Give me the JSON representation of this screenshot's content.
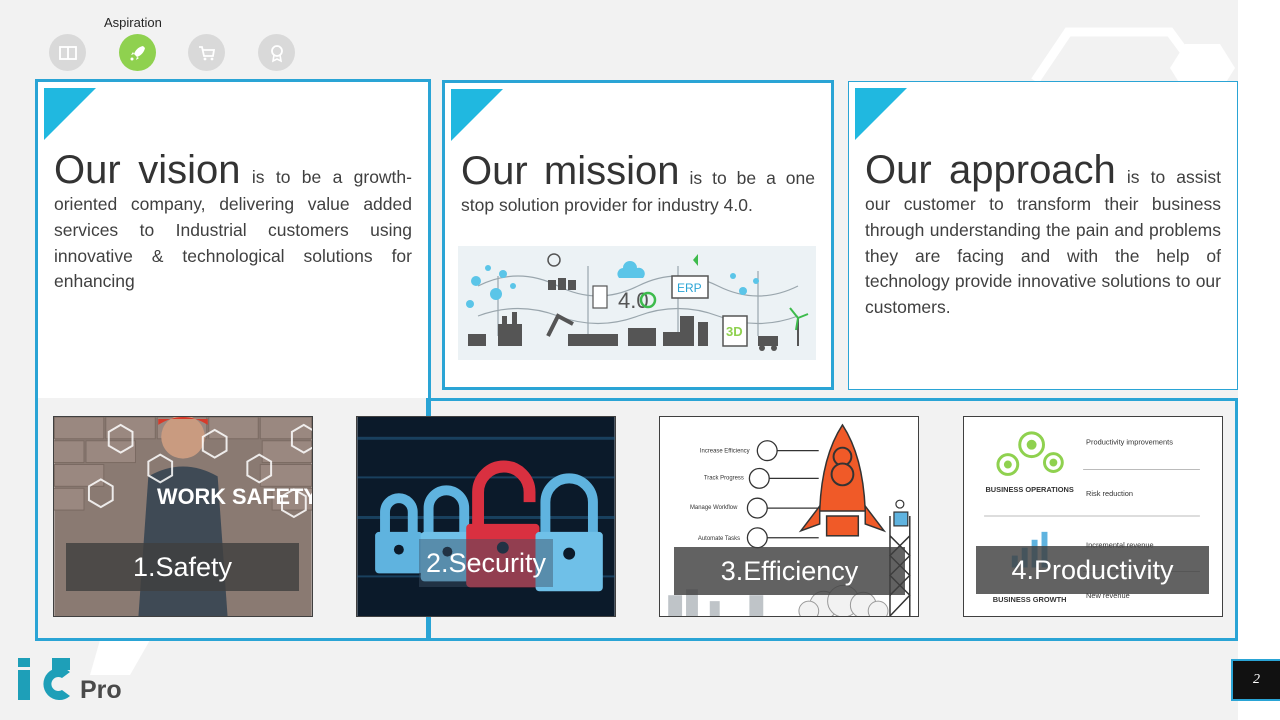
{
  "nav": {
    "label": "Aspiration",
    "items": [
      {
        "icon": "book-icon",
        "active": false
      },
      {
        "icon": "rocket-icon",
        "active": true
      },
      {
        "icon": "cart-icon",
        "active": false
      },
      {
        "icon": "award-icon",
        "active": false
      }
    ]
  },
  "vision": {
    "heading": "Our vision",
    "text": " is to be a growth-oriented company, delivering value added services to Industrial customers using innovative & technological solutions for enhancing"
  },
  "mission": {
    "heading": "Our mission",
    "text": " is to be a one stop solution provider for industry 4.0."
  },
  "approach": {
    "heading": "Our approach",
    "text": "  is to assist our customer to transform their business through understanding the pain and problems they are facing and with the help of technology provide innovative solutions to our customers."
  },
  "industry_graphic": {
    "label_40": "4.0",
    "label_erp": "ERP",
    "label_3d": "3D"
  },
  "tiles": [
    {
      "label": "1.Safety",
      "image_text": "WORK SAFETY"
    },
    {
      "label": "2.Security"
    },
    {
      "label": "3.Efficiency",
      "items": [
        "Increase Efficiency",
        "Track Progress",
        "Manage Workflow",
        "Automate Tasks"
      ]
    },
    {
      "label": "4.Productivity",
      "left": [
        "BUSINESS OPERATIONS",
        "BUSINESS GROWTH"
      ],
      "right": [
        "Productivity improvements",
        "Risk reduction",
        "Incremental revenue",
        "New revenue"
      ]
    }
  ],
  "logo": {
    "text": "Pro"
  },
  "page_number": "2",
  "colors": {
    "accent": "#2aa4d5",
    "corner": "#20b8e0",
    "nav_active": "#8fd14f"
  }
}
